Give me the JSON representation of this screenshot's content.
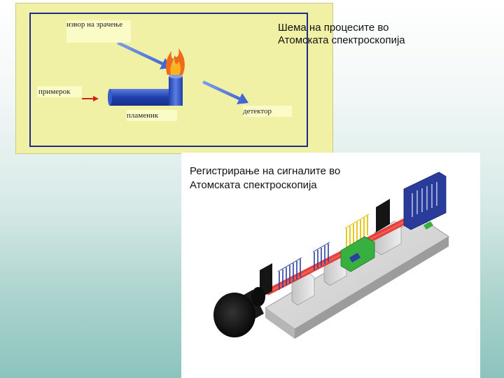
{
  "top": {
    "source_label": "извор на зрачење",
    "title_line1": "Шема на процесите во",
    "title_line2": "Атомската спектроскопија",
    "sample_label": "примерок",
    "burner_label": "пламеник",
    "detector_label": "детектор"
  },
  "bottom": {
    "title_line1": "Регистрирање на сигналите во",
    "title_line2": "Атомската спектроскопија"
  },
  "colors": {
    "panel_bg": "#f1f1a6",
    "frame": "#1e2c8a",
    "arrow_blue": "#4a6fd6",
    "burner_blue": "#2a4db8",
    "flame_orange": "#f06a1a",
    "sample_arrow": "#d42020"
  }
}
